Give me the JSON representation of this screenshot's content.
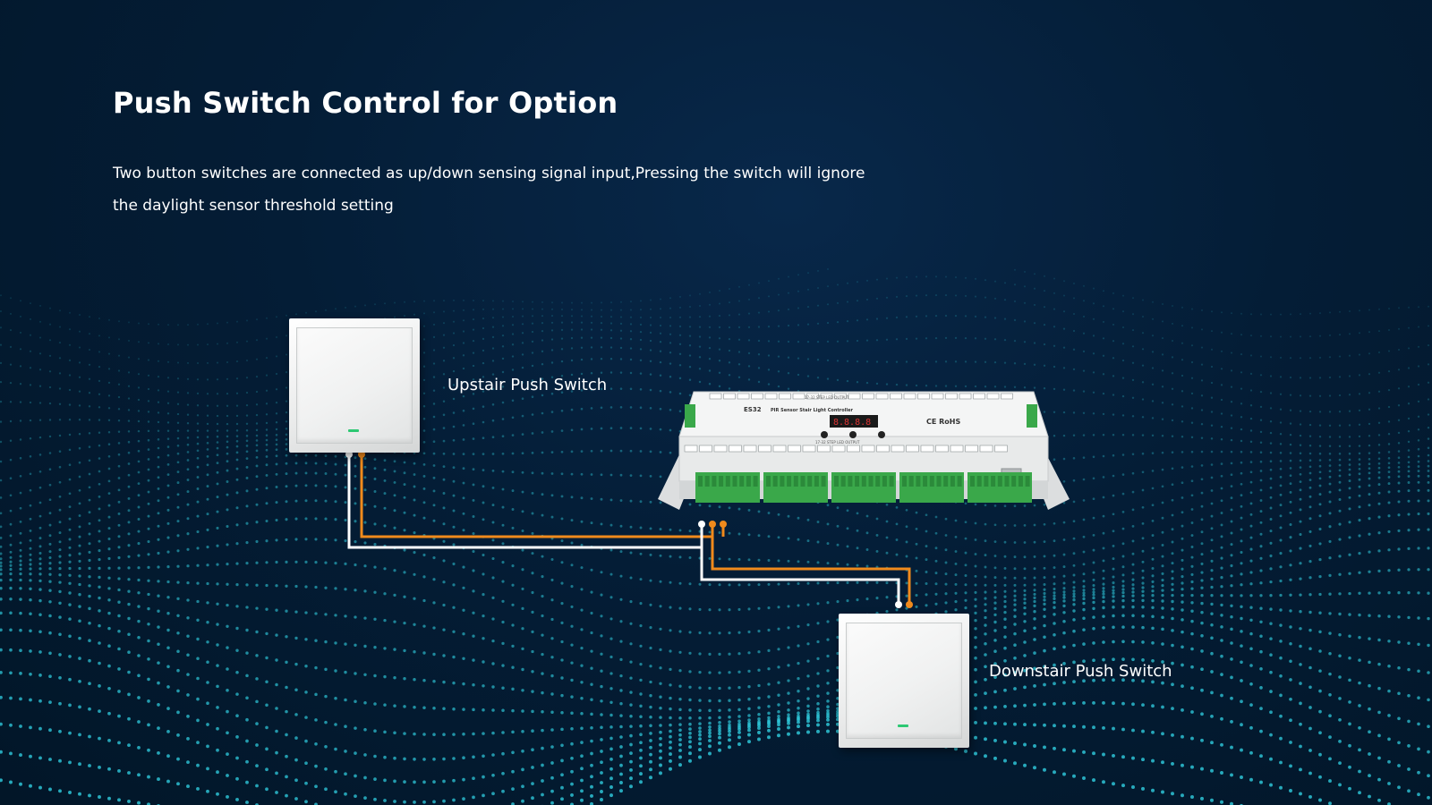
{
  "title": "Push Switch Control for Option",
  "description": {
    "line1": "Two button switches are connected as up/down sensing signal input,Pressing the switch will ignore",
    "line2": "the daylight sensor threshold setting"
  },
  "labels": {
    "upstair": "Upstair Push Switch",
    "downstair": "Downstair Push Switch"
  },
  "controller": {
    "model": "ES32",
    "name": "PIR Sensor Stair Light Controller",
    "output_top": "17-32 STEP LED OUTPUT",
    "output_bottom": "17-32 STEP LED OUTPUT",
    "cert": "CE RoHS"
  },
  "colors": {
    "background": "#021a30",
    "wire_orange": "#f08a1c",
    "wire_white": "#ffffff",
    "terminal_green": "#3aa84a",
    "wave_dots": "#2ec4d6"
  },
  "icons": {
    "upstair_switch": "push-switch-icon",
    "downstair_switch": "push-switch-icon",
    "controller": "stair-light-controller-icon"
  }
}
